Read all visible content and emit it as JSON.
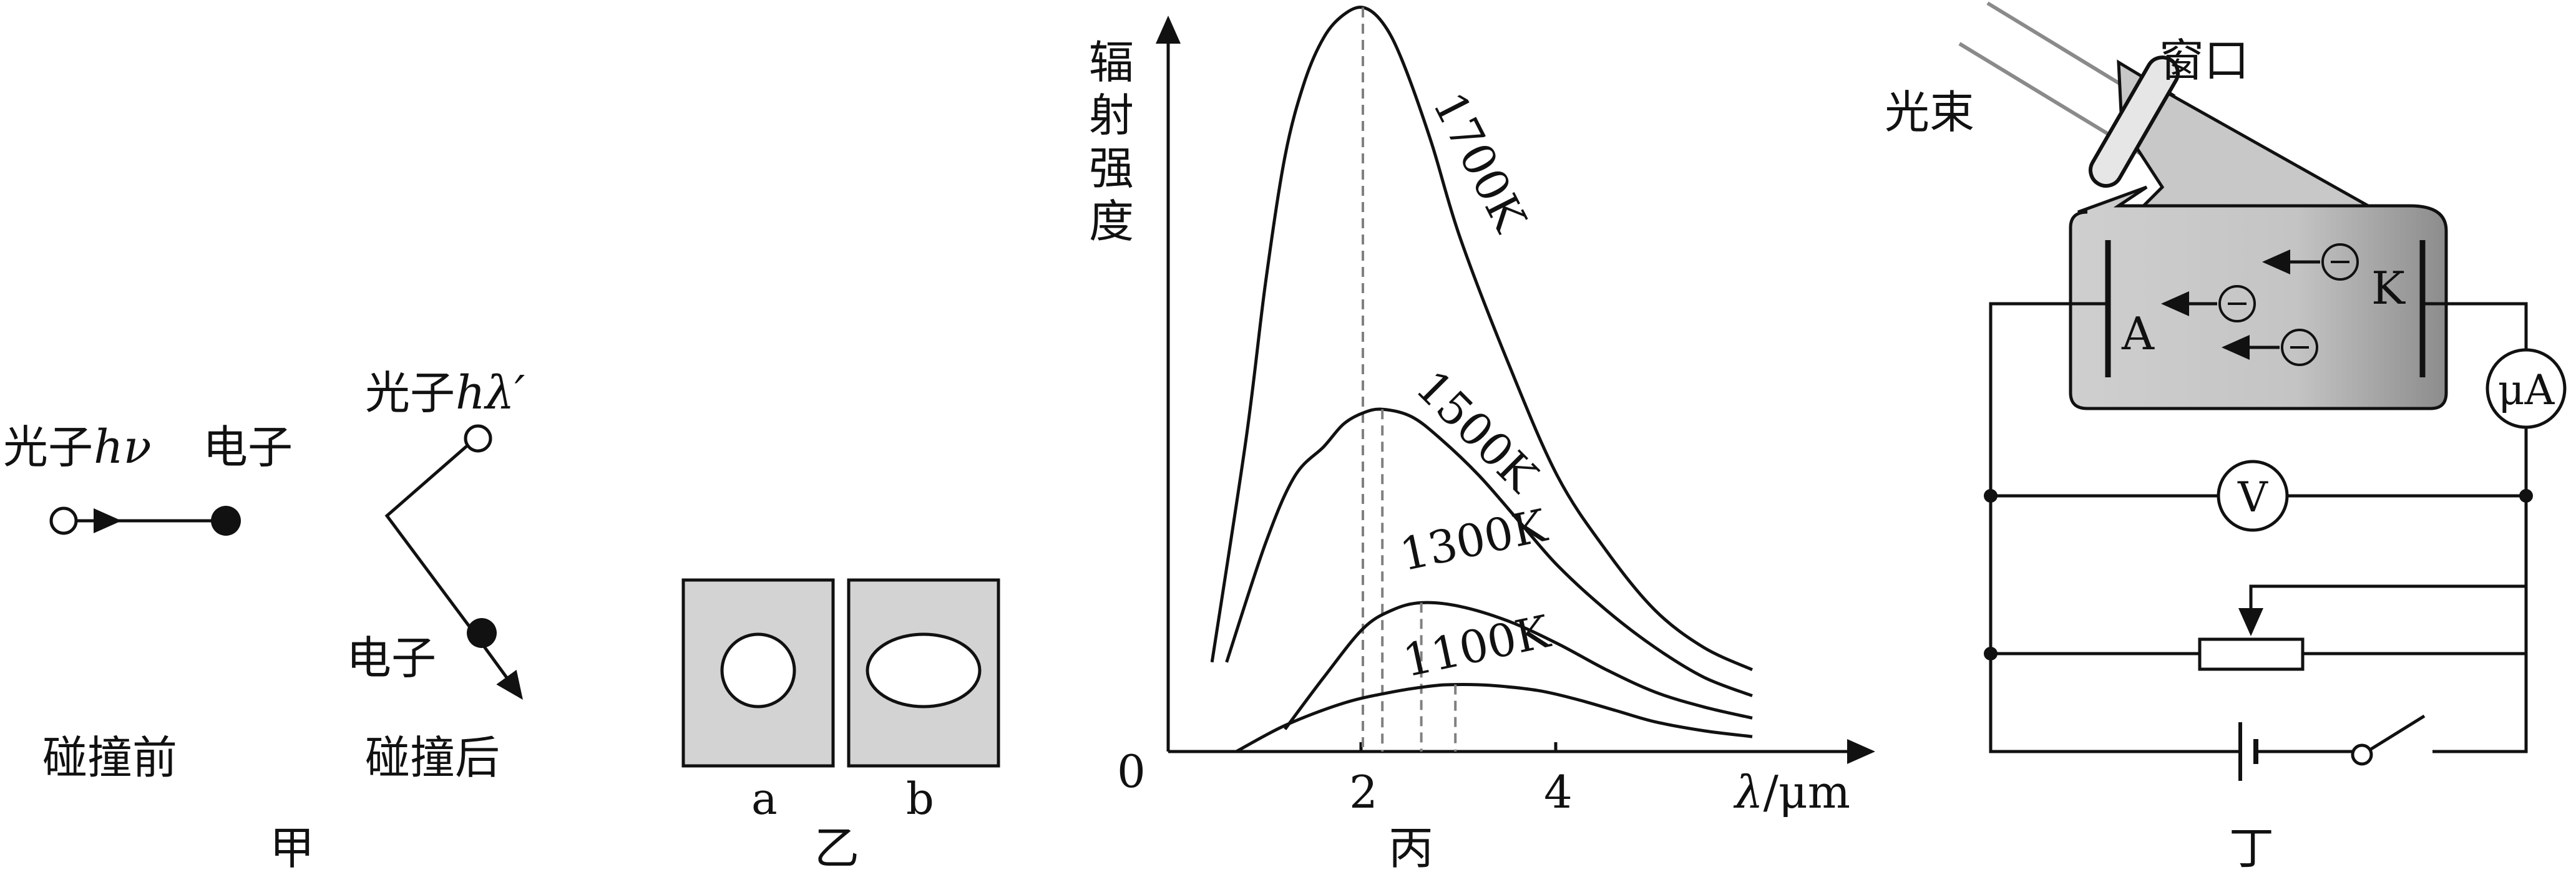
{
  "panel_jia": {
    "caption": "甲",
    "before_photon": "光子",
    "before_photon_sym": "hν",
    "before_electron": "电子",
    "before_label": "碰撞前",
    "after_photon": "光子",
    "after_photon_sym": "hλ′",
    "after_electron": "电子",
    "after_label": "碰撞后"
  },
  "panel_yi": {
    "caption": "乙",
    "label_a": "a",
    "label_b": "b"
  },
  "panel_bing": {
    "caption": "丙",
    "ylabel": [
      "辐",
      "射",
      "强",
      "度"
    ],
    "xlabel": "λ/μm",
    "origin": "0",
    "tick_2": "2",
    "tick_4": "4"
  },
  "chart_data": {
    "type": "line",
    "xlabel": "λ/μm",
    "ylabel": "辐射强度",
    "xlim": [
      0,
      7
    ],
    "ylim": [
      0,
      1
    ],
    "xticks": [
      2,
      4
    ],
    "series": [
      {
        "name": "1700K",
        "peak_x": 2.0,
        "peak_y": 1.0,
        "x": [
          0.45,
          0.8,
          1.0,
          1.2,
          1.4,
          1.6,
          1.8,
          2.0,
          2.2,
          2.4,
          2.7,
          3.0,
          3.5,
          4.0,
          4.5,
          5.0,
          5.5,
          6.0
        ],
        "y": [
          0.12,
          0.42,
          0.63,
          0.8,
          0.9,
          0.96,
          0.99,
          1.0,
          0.98,
          0.93,
          0.82,
          0.69,
          0.52,
          0.37,
          0.27,
          0.19,
          0.14,
          0.11
        ]
      },
      {
        "name": "1500K",
        "peak_x": 2.2,
        "peak_y": 0.46,
        "x": [
          0.6,
          1.0,
          1.3,
          1.6,
          1.8,
          2.0,
          2.2,
          2.5,
          2.8,
          3.2,
          3.6,
          4.0,
          4.5,
          5.0,
          5.5,
          6.0
        ],
        "y": [
          0.12,
          0.28,
          0.37,
          0.41,
          0.44,
          0.455,
          0.46,
          0.45,
          0.42,
          0.37,
          0.31,
          0.25,
          0.19,
          0.14,
          0.1,
          0.075
        ]
      },
      {
        "name": "1300K",
        "peak_x": 2.6,
        "peak_y": 0.2,
        "x": [
          1.2,
          1.6,
          2.0,
          2.3,
          2.6,
          3.0,
          3.5,
          4.0,
          4.5,
          5.0,
          5.5,
          6.0
        ],
        "y": [
          0.03,
          0.1,
          0.165,
          0.19,
          0.2,
          0.195,
          0.175,
          0.145,
          0.11,
          0.08,
          0.06,
          0.045
        ]
      },
      {
        "name": "1100K",
        "peak_x": 2.95,
        "peak_y": 0.09,
        "x": [
          0.7,
          1.2,
          1.8,
          2.3,
          2.7,
          2.95,
          3.3,
          3.8,
          4.2,
          4.6,
          5.0,
          5.5,
          6.0
        ],
        "y": [
          0.0,
          0.035,
          0.065,
          0.08,
          0.088,
          0.09,
          0.089,
          0.082,
          0.07,
          0.055,
          0.04,
          0.028,
          0.02
        ]
      }
    ]
  },
  "panel_ding": {
    "caption": "丁",
    "window": "窗口",
    "beam": "光束",
    "anode": "A",
    "cathode": "K",
    "ammeter": "μA",
    "voltmeter": "V",
    "electron_sym": "⊖"
  },
  "colors": {
    "ink": "#111111",
    "fill_gray": "#d3d3d3",
    "dashed": "#808080",
    "beam": "#8a8a8a"
  }
}
